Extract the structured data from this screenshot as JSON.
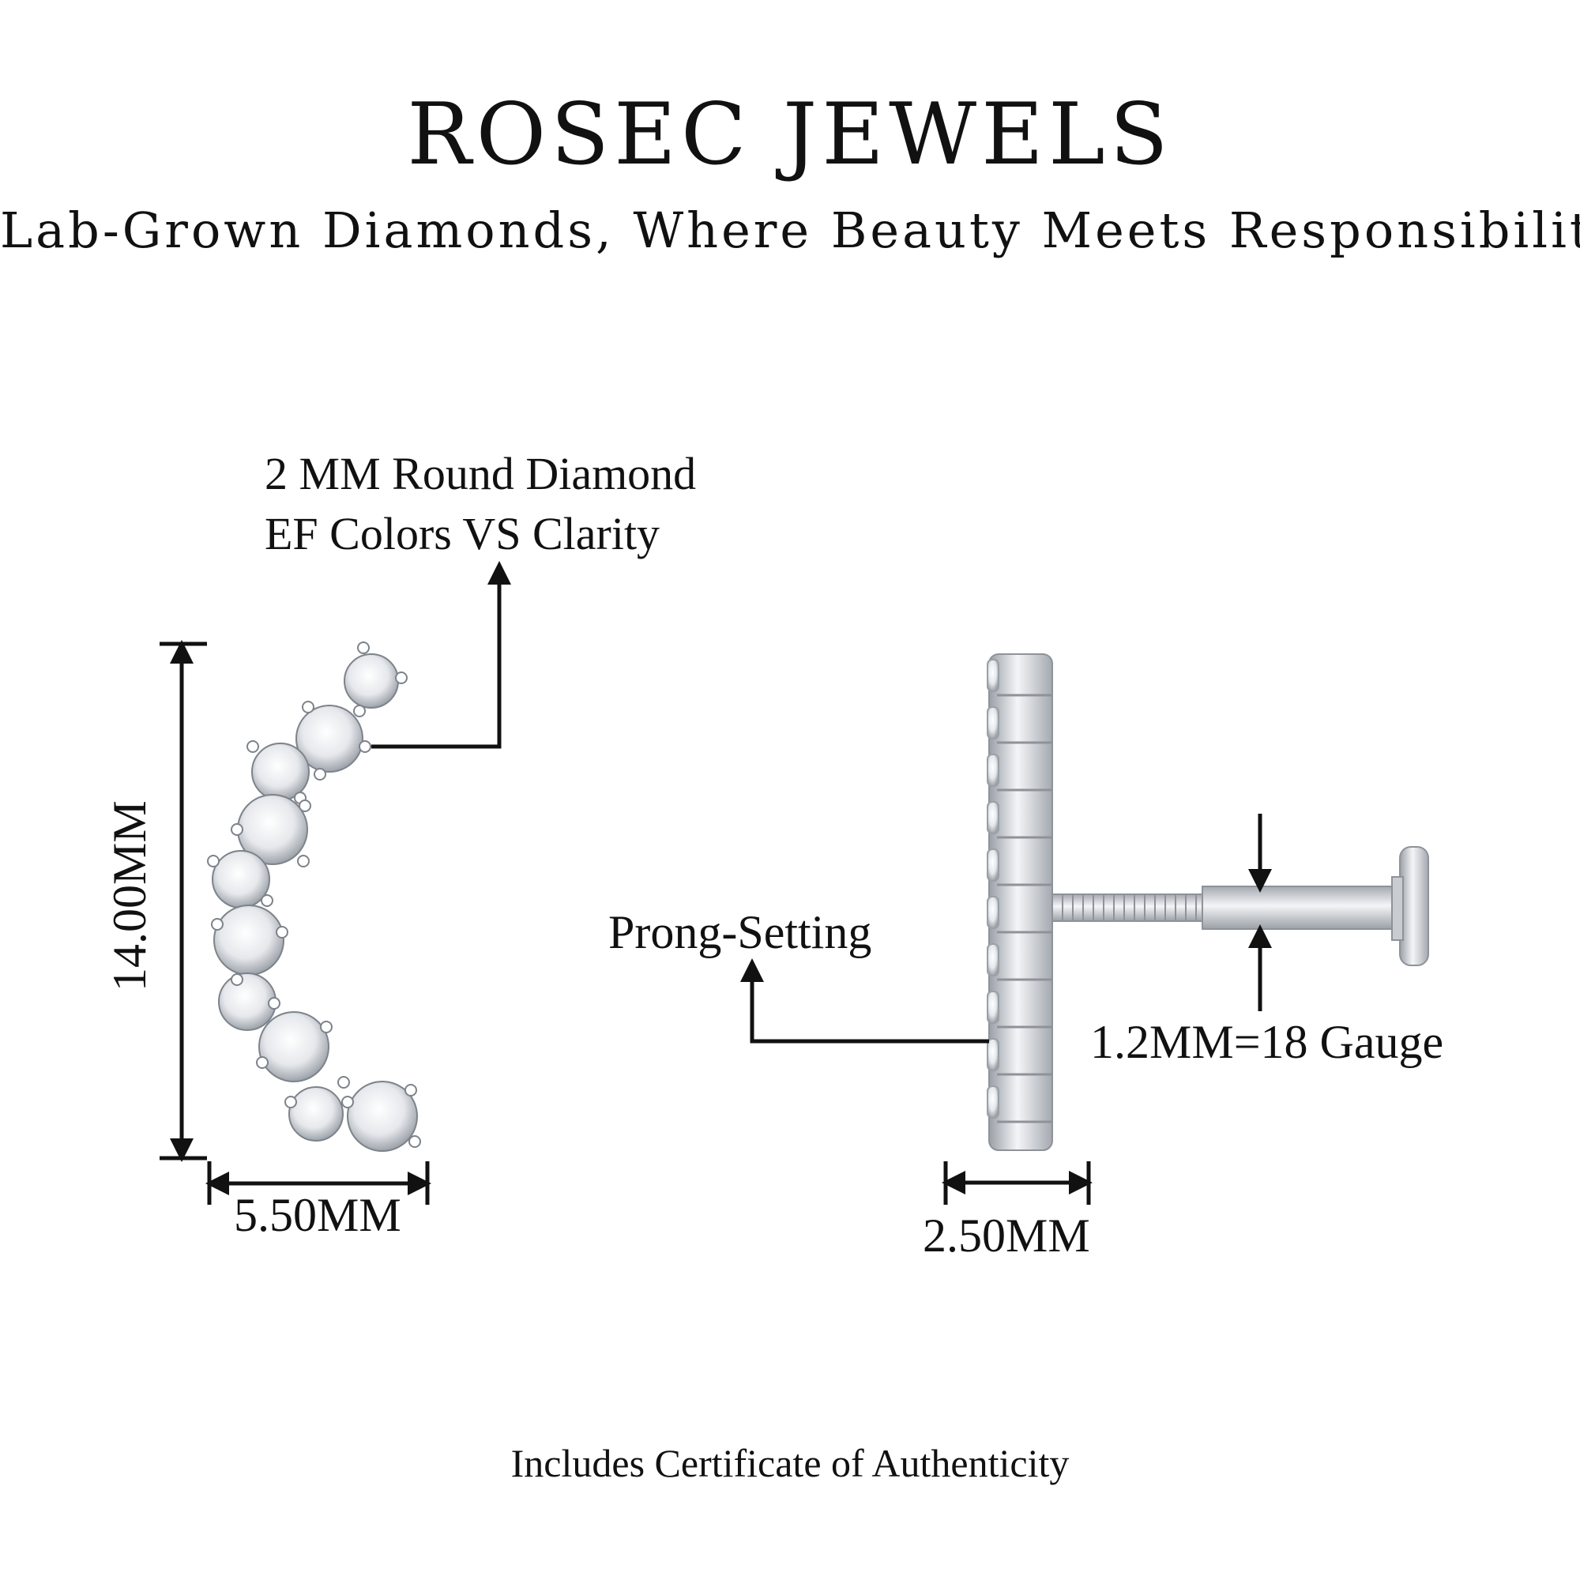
{
  "header": {
    "brand": "ROSEC JEWELS",
    "tagline": "Lab-Grown Diamonds, Where Beauty Meets Responsibility"
  },
  "annotations": {
    "diamond_line1": "2 MM Round Diamond",
    "diamond_line2": "EF Colors VS Clarity",
    "setting": "Prong-Setting",
    "gauge": "1.2MM=18 Gauge"
  },
  "dimensions": {
    "height": "14.00MM",
    "width": "5.50MM",
    "depth": "2.50MM"
  },
  "footer": {
    "certificate": "Includes Certificate of Authenticity"
  },
  "colors": {
    "ink": "#111111",
    "metal": "#d9dbdf",
    "metal_dark": "#8e9399"
  }
}
